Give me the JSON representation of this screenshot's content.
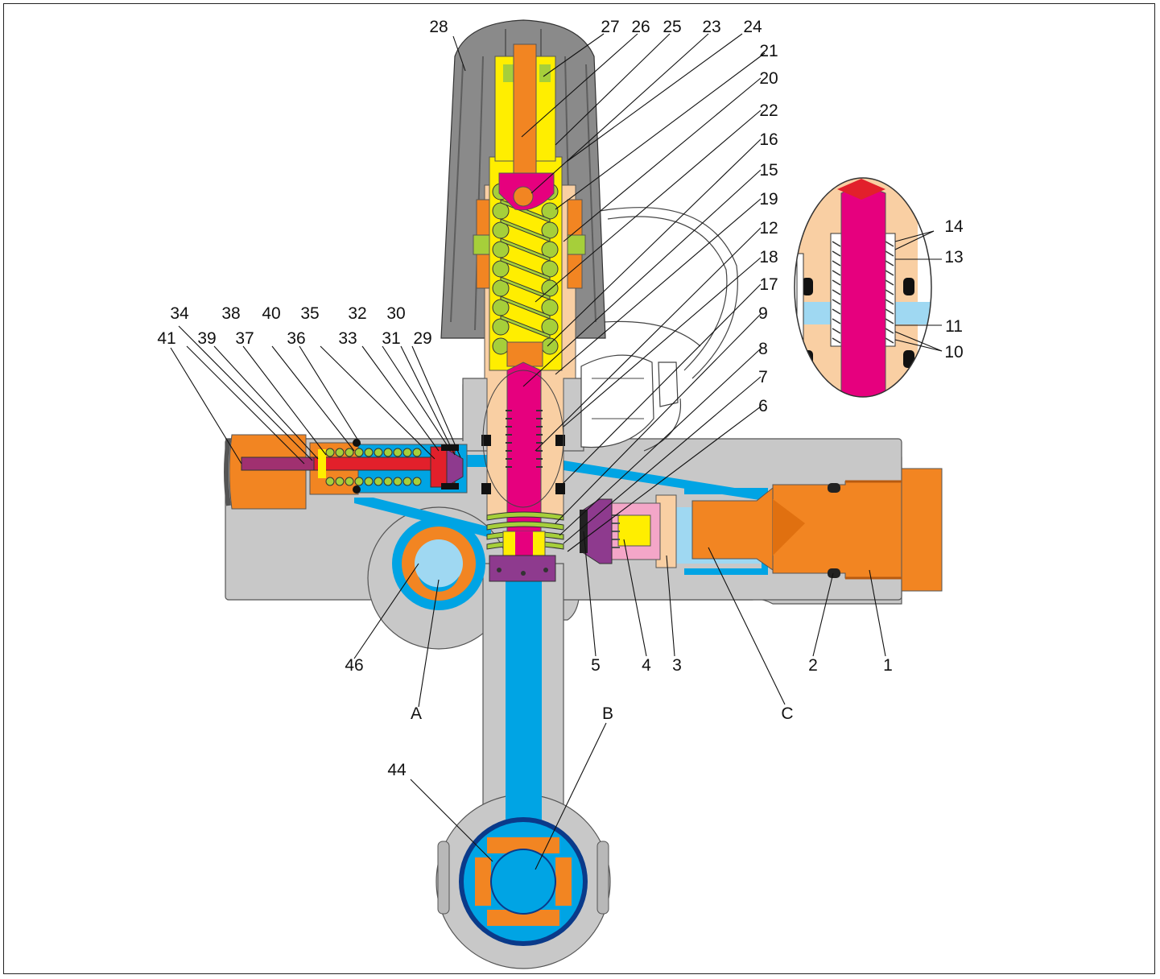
{
  "colors": {
    "body_gray": "#c8c8c8",
    "knob_gray": "#8a8a8a",
    "fluid_blue": "#00a4e4",
    "light_blue": "#9fd8f2",
    "orange": "#f28522",
    "peach": "#f9cfa3",
    "yellow": "#ffee00",
    "spring_green": "#a6cf3a",
    "magenta": "#e6007e",
    "purple": "#8e3a8e",
    "red": "#e2202b",
    "pink": "#f4a6c8"
  },
  "labels": {
    "n1": "1",
    "n2": "2",
    "n3": "3",
    "n4": "4",
    "n5": "5",
    "n6": "6",
    "n7": "7",
    "n8": "8",
    "n9": "9",
    "n10": "10",
    "n11": "11",
    "n12": "12",
    "n13": "13",
    "n14": "14",
    "n15": "15",
    "n16": "16",
    "n17": "17",
    "n18": "18",
    "n19": "19",
    "n20": "20",
    "n21": "21",
    "n22": "22",
    "n23": "23",
    "n24": "24",
    "n25": "25",
    "n26": "26",
    "n27": "27",
    "n28": "28",
    "n29": "29",
    "n30": "30",
    "n31": "31",
    "n32": "32",
    "n33": "33",
    "n34": "34",
    "n35": "35",
    "n36": "36",
    "n37": "37",
    "n38": "38",
    "n39": "39",
    "n40": "40",
    "n41": "41",
    "n44": "44",
    "n46": "46",
    "A": "A",
    "B": "B",
    "C": "C"
  }
}
